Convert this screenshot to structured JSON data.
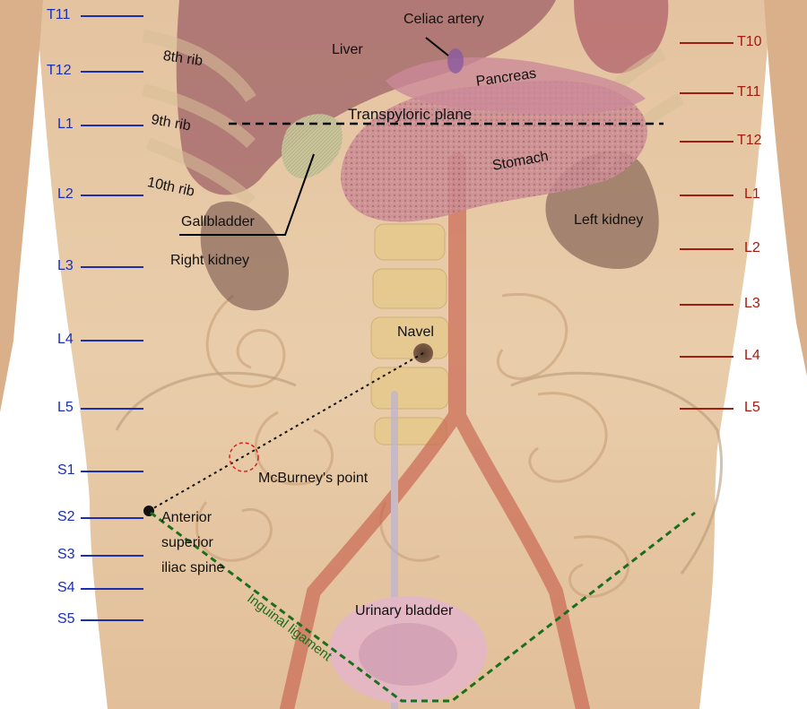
{
  "levels_left": [
    "T11",
    "T12",
    "L1",
    "L2",
    "L3",
    "L4",
    "L5",
    "S1",
    "S2",
    "S3",
    "S4",
    "S5"
  ],
  "levels_right": [
    "T10",
    "T11",
    "T12",
    "L1",
    "L2",
    "L3",
    "L4",
    "L5"
  ],
  "labels": {
    "liver": "Liver",
    "celiac_artery": "Celiac artery",
    "pancreas": "Pancreas",
    "transpyloric_plane": "Transpyloric plane",
    "rib_8": "8th rib",
    "rib_9": "9th rib",
    "rib_10": "10th rib",
    "stomach": "Stomach",
    "gallbladder": "Gallbladder",
    "left_kidney": "Left kidney",
    "right_kidney": "Right kidney",
    "navel": "Navel",
    "mcburney": "McBurney's point",
    "asis_line1": "Anterior",
    "asis_line2": "superior",
    "asis_line3": "iliac spine",
    "inguinal_ligament": "Inguinal ligament",
    "urinary_bladder": "Urinary bladder"
  },
  "colors": {
    "left_levels": "#1a2fb0",
    "right_levels": "#a01d12",
    "inguinal_ligament": "#1b6e1b",
    "mcburney_circle": "#e02020",
    "skin": "#e8c9a6"
  }
}
